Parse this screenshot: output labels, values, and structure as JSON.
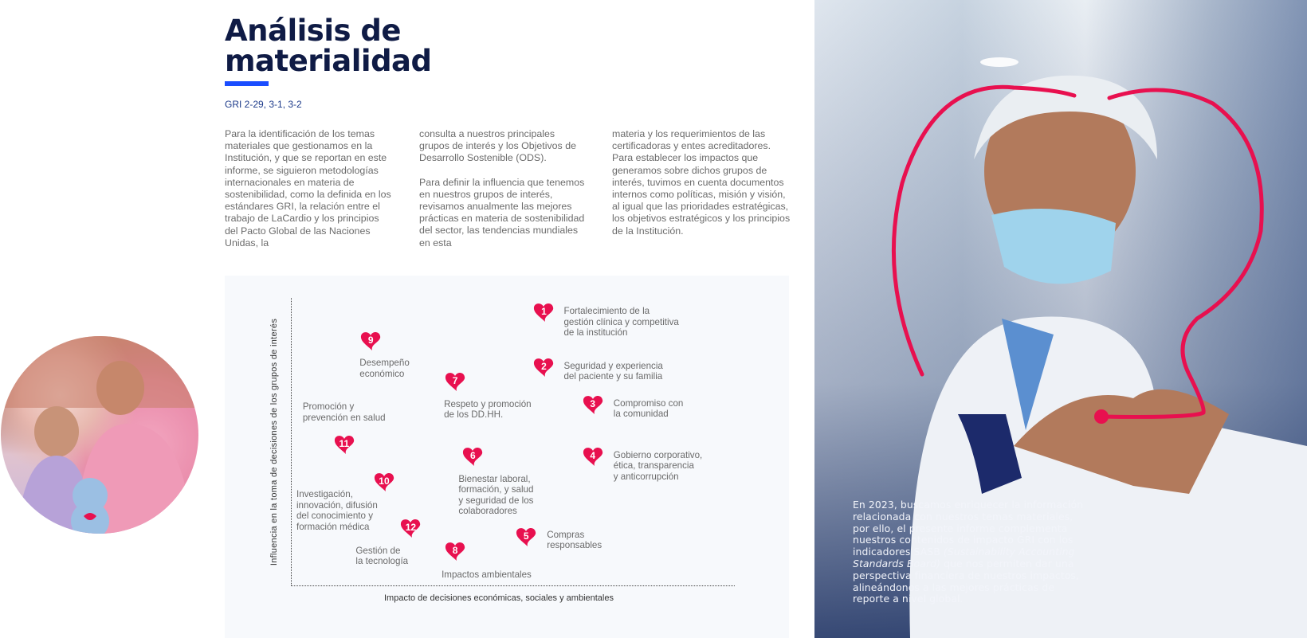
{
  "header": {
    "title_line1": "Análisis de",
    "title_line2": "materialidad",
    "gri": "GRI 2-29, 3-1, 3-2"
  },
  "intro": {
    "col1": "Para la identificación de los temas materiales que gestionamos en la Institución, y que se reportan en este informe, se siguieron metodologías internacionales en materia de sostenibilidad, como la definida en los estándares GRI, la relación entre el trabajo de LaCardio y los principios del Pacto Global de las Naciones Unidas, la",
    "col2_p1": "consulta a nuestros principales grupos de interés y los Objetivos de Desarrollo Sostenible (ODS).",
    "col2_p2": "Para definir la influencia que tenemos en nuestros grupos de interés, revisamos anualmente las mejores prácticas en materia de sostenibilidad del sector, las tendencias mundiales en esta",
    "col3": "materia y los requerimientos de las certificadoras y entes acreditadores. Para establecer los impactos que generamos sobre dichos grupos de interés, tuvimos en cuenta documentos internos como políticas, misión y visión, al igual que las prioridades estratégicas, los objetivos estratégicos y los principios de la Institución."
  },
  "photo_caption": {
    "before": "En 2023, buscamos enriquecer la información relacionada con nuestros temas materiales, por ello, el presente informe complementa nuestros contenidos de impacto GRI con los indicadores SASB ",
    "italic": "(Sustainability Accounting Standards Board)",
    "after": " que nos permiten dar una perspectiva financiera de nuestros impactos, alineándonos a las mejores prácticas de reporte a nivel global."
  },
  "colors": {
    "accent": "#e8104f",
    "brand_blue": "#1a4dff",
    "title": "#0f1b45"
  },
  "chart_data": {
    "type": "scatter",
    "title": "",
    "xlabel": "Impacto de decisiones económicas, sociales y ambientales",
    "ylabel": "Influencia en la toma de decisiones de los grupos de interés",
    "xlim": [
      0,
      100
    ],
    "ylim": [
      0,
      100
    ],
    "grid": false,
    "marker": "heart",
    "points": [
      {
        "id": "1",
        "x": 57,
        "y": 95,
        "label": "Fortalecimiento de la\ngestión clínica y competitiva\nde la institución"
      },
      {
        "id": "2",
        "x": 57,
        "y": 76,
        "label": "Seguridad y experiencia\ndel paciente y su familia"
      },
      {
        "id": "3",
        "x": 68,
        "y": 63,
        "label": "Compromiso con\nla comunidad"
      },
      {
        "id": "4",
        "x": 68,
        "y": 45,
        "label": "Gobierno corporativo,\nética, transparencia\ny anticorrupción"
      },
      {
        "id": "5",
        "x": 53,
        "y": 17,
        "label": "Compras\nresponsables"
      },
      {
        "id": "6",
        "x": 41,
        "y": 45,
        "label": "Bienestar laboral,\nformación, y salud\ny seguridad de los\ncolaboradores"
      },
      {
        "id": "7",
        "x": 37,
        "y": 71,
        "label": "Respeto y promoción\nde los DD.HH."
      },
      {
        "id": "8",
        "x": 37,
        "y": 12,
        "label": "Impactos ambientales"
      },
      {
        "id": "9",
        "x": 18,
        "y": 85,
        "label": "Desempeño\neconómico"
      },
      {
        "id": "10",
        "x": 21,
        "y": 36,
        "label": "Investigación,\ninnovación, difusión\ndel conocimiento y\nformación médica"
      },
      {
        "id": "11",
        "x": 12,
        "y": 49,
        "label": "Promoción y\nprevención en salud"
      },
      {
        "id": "12",
        "x": 27,
        "y": 20,
        "label": "Gestión de\nla tecnología"
      }
    ]
  }
}
